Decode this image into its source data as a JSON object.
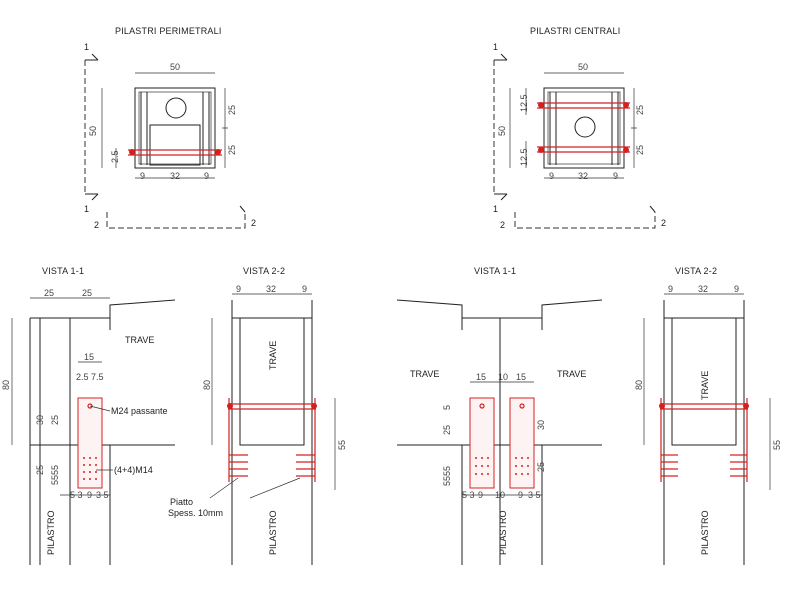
{
  "titles": {
    "perimetrali": "PILASTRI PERIMETRALI",
    "centrali": "PILASTRI CENTRALI"
  },
  "views": {
    "vista11": "VISTA 1-1",
    "vista22": "VISTA 2-2"
  },
  "labels": {
    "trave": "TRAVE",
    "pilastro": "PILASTRO",
    "m24": "M24 passante",
    "m14": "(4+4)M14",
    "piatto1": "Piatto",
    "piatto2": "Spess. 10mm"
  },
  "section_marks": {
    "one": "1",
    "two": "2"
  },
  "dims": {
    "d50": "50",
    "d25": "25",
    "d32": "32",
    "d9": "9",
    "d2_5": "2.5",
    "d12_5": "12.5",
    "d15": "15",
    "d80": "80",
    "d30": "30",
    "d55": "55",
    "d10": "10",
    "d5": "5",
    "d3": "3",
    "d7": "7",
    "d5555": "5555",
    "d5_3": "5 3",
    "d3_5": "3 5",
    "d2557": "2.5 7.5"
  }
}
